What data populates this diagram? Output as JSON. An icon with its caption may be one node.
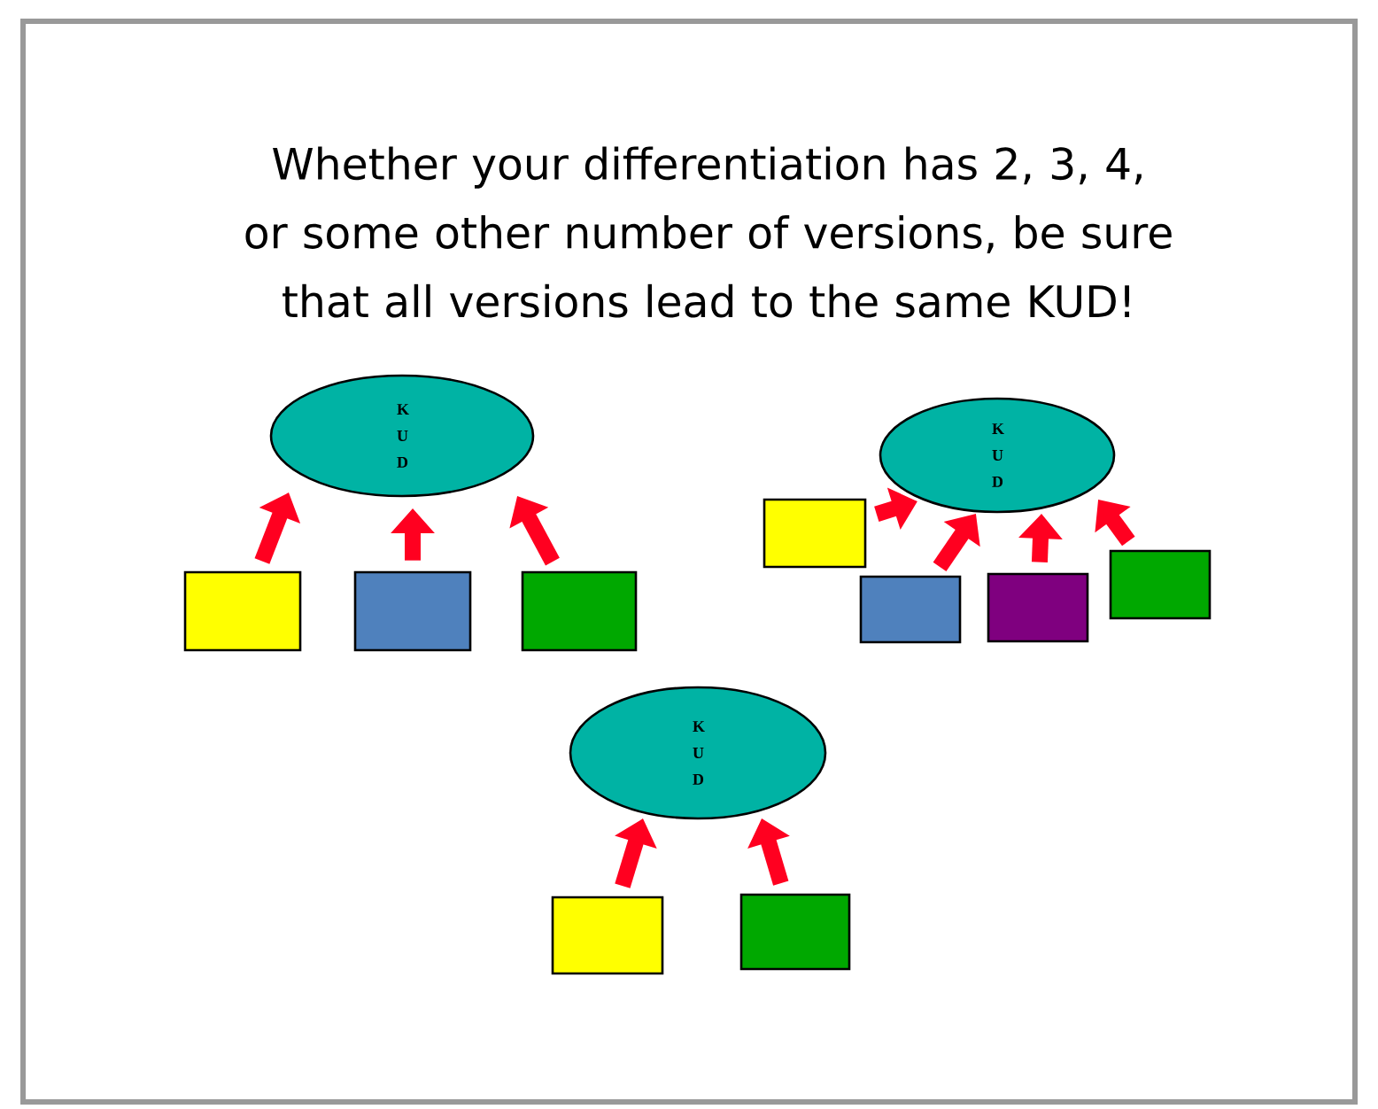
{
  "diagram": {
    "title": "Whether your differentiation has 2, 3, 4, or some other number of versions, be sure that all versions lead to the same KUD!",
    "nodes": [
      {
        "text": [
          "K U D"
        ]
      },
      {
        "text": [],
        "shape": "box"
      },
      {
        "text": [],
        "shape": "box"
      },
      {
        "text": [],
        "shape": "box"
      },
      {
        "text": [
          "K U D"
        ]
      },
      {
        "text": [],
        "shape": "box"
      },
      {
        "text": [],
        "shape": "box"
      },
      {
        "text": [],
        "shape": "box"
      },
      {
        "text": [],
        "shape": "box"
      },
      {
        "text": [
          "K U D"
        ]
      },
      {
        "text": [],
        "shape": "box"
      },
      {
        "text": [],
        "shape": "box"
      }
    ],
    "edges": [
      {
        "from": 1,
        "to": 0,
        "arrow": "to"
      },
      {
        "from": 2,
        "to": 0,
        "arrow": "to"
      },
      {
        "from": 3,
        "to": 0,
        "arrow": "to"
      },
      {
        "from": 5,
        "to": 4,
        "arrow": "to"
      },
      {
        "from": 6,
        "to": 4,
        "arrow": "to"
      },
      {
        "from": 7,
        "to": 4,
        "arrow": "to"
      },
      {
        "from": 8,
        "to": 4,
        "arrow": "to"
      },
      {
        "from": 10,
        "to": 9,
        "arrow": "to"
      },
      {
        "from": 11,
        "to": 9,
        "arrow": "to"
      }
    ]
  }
}
